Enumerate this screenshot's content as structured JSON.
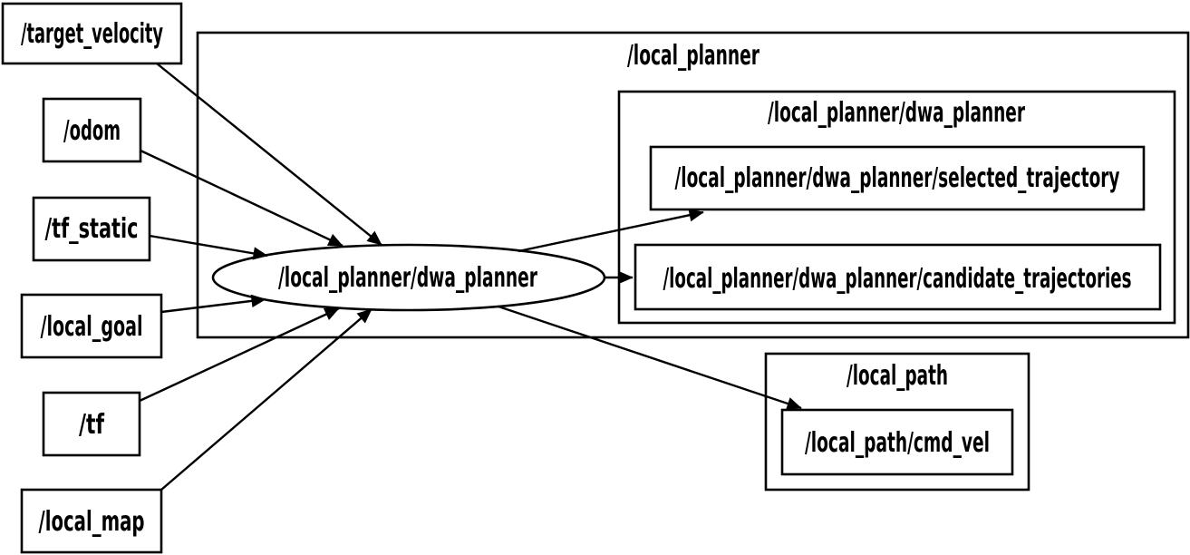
{
  "diagram": {
    "kind": "ros-computation-graph",
    "colors": {
      "background": "#ffffff",
      "stroke": "#000000",
      "text": "#000000",
      "node_fill": "#ffffff"
    },
    "clusters": {
      "local_planner": {
        "label": "/local_planner"
      },
      "local_planner_dwa_planner": {
        "label": "/local_planner/dwa_planner"
      },
      "local_path": {
        "label": "/local_path"
      }
    },
    "nodes": {
      "target_velocity": {
        "label": "/target_velocity",
        "shape": "box"
      },
      "odom": {
        "label": "/odom",
        "shape": "box"
      },
      "tf_static": {
        "label": "/tf_static",
        "shape": "box"
      },
      "local_goal": {
        "label": "/local_goal",
        "shape": "box"
      },
      "tf": {
        "label": "/tf",
        "shape": "box"
      },
      "local_map": {
        "label": "/local_map",
        "shape": "box"
      },
      "dwa_planner": {
        "label": "/local_planner/dwa_planner",
        "shape": "ellipse"
      },
      "selected_trajectory": {
        "label": "/local_planner/dwa_planner/selected_trajectory",
        "shape": "box"
      },
      "candidate_trajectories": {
        "label": "/local_planner/dwa_planner/candidate_trajectories",
        "shape": "box"
      },
      "cmd_vel": {
        "label": "/local_path/cmd_vel",
        "shape": "box"
      }
    },
    "edges": [
      {
        "from": "/target_velocity",
        "to": "/local_planner/dwa_planner"
      },
      {
        "from": "/odom",
        "to": "/local_planner/dwa_planner"
      },
      {
        "from": "/tf_static",
        "to": "/local_planner/dwa_planner"
      },
      {
        "from": "/local_goal",
        "to": "/local_planner/dwa_planner"
      },
      {
        "from": "/tf",
        "to": "/local_planner/dwa_planner"
      },
      {
        "from": "/local_map",
        "to": "/local_planner/dwa_planner"
      },
      {
        "from": "/local_planner/dwa_planner",
        "to": "/local_planner/dwa_planner/selected_trajectory"
      },
      {
        "from": "/local_planner/dwa_planner",
        "to": "/local_planner/dwa_planner/candidate_trajectories"
      },
      {
        "from": "/local_planner/dwa_planner",
        "to": "/local_path/cmd_vel"
      }
    ]
  }
}
